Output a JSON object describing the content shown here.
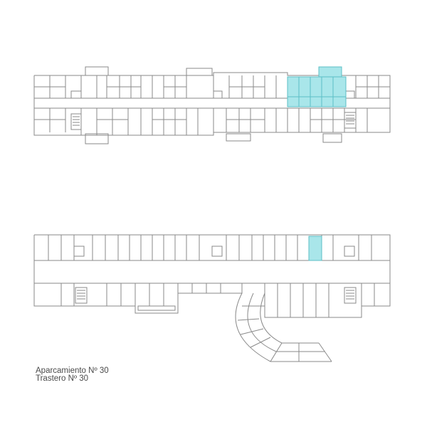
{
  "colors": {
    "line": "#8a8a8a",
    "highlight_fill": "#a9e6ea",
    "highlight_stroke": "#5cbfc6",
    "background": "#ffffff"
  },
  "caption": {
    "parking": "Aparcamiento Nº 30",
    "storage": "Trastero Nº 30"
  },
  "plans": {
    "upper": {
      "name": "residential floor plan",
      "highlighted_unit": "storage"
    },
    "lower": {
      "name": "basement parking plan",
      "highlighted_unit": "parking"
    }
  }
}
